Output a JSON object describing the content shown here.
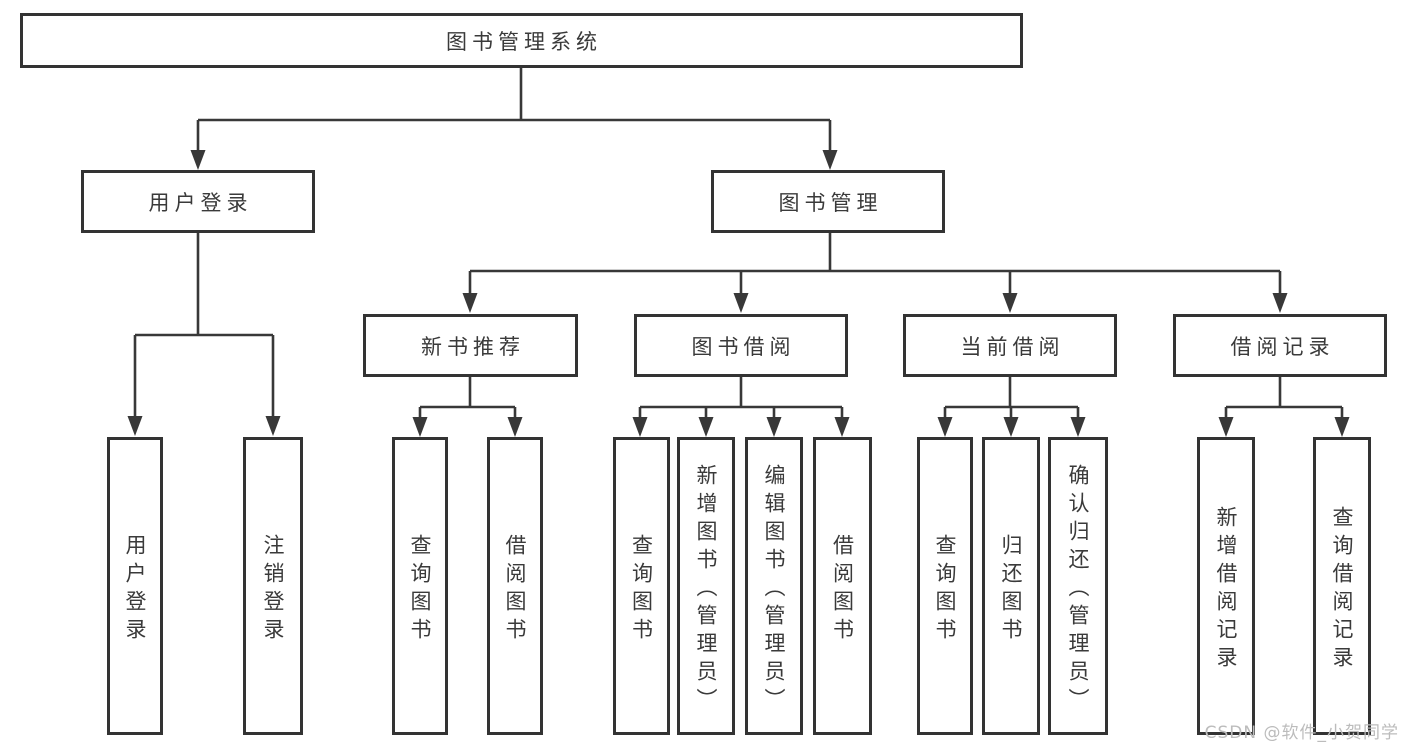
{
  "colors": {
    "line": "#383838",
    "box_border": "#333333",
    "text": "#3a3a3a",
    "watermark": "#bcbcbc",
    "background": "#ffffff"
  },
  "watermark": "CSDN @软件_小贺同学",
  "tree": {
    "label": "图书管理系统",
    "children": [
      {
        "label": "用户登录",
        "children": [
          {
            "label": "用户登录"
          },
          {
            "label": "注销登录"
          }
        ]
      },
      {
        "label": "图书管理",
        "children": [
          {
            "label": "新书推荐",
            "children": [
              {
                "label": "查询图书"
              },
              {
                "label": "借阅图书"
              }
            ]
          },
          {
            "label": "图书借阅",
            "children": [
              {
                "label": "查询图书"
              },
              {
                "label": "新增图书（管理员）"
              },
              {
                "label": "编辑图书（管理员）"
              },
              {
                "label": "借阅图书"
              }
            ]
          },
          {
            "label": "当前借阅",
            "children": [
              {
                "label": "查询图书"
              },
              {
                "label": "归还图书"
              },
              {
                "label": "确认归还（管理员）"
              }
            ]
          },
          {
            "label": "借阅记录",
            "children": [
              {
                "label": "新增借阅记录"
              },
              {
                "label": "查询借阅记录"
              }
            ]
          }
        ]
      }
    ]
  }
}
